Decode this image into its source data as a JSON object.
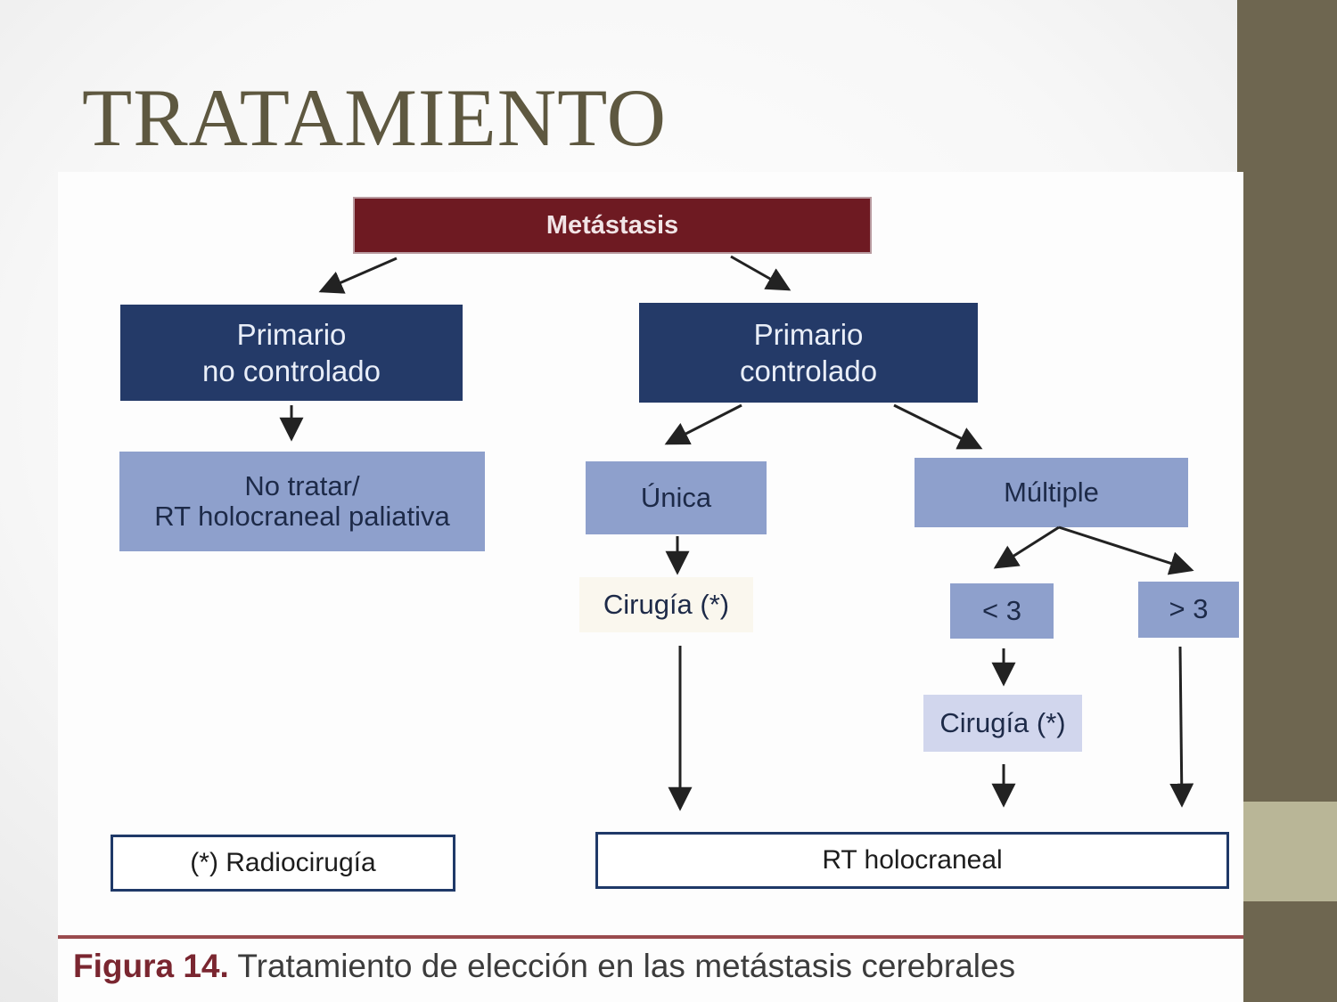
{
  "slide": {
    "title": "TRATAMIENTO",
    "colors": {
      "title": "#5e5840",
      "sidebar": "#6e6650",
      "sidebar_accent": "#b9b697"
    }
  },
  "figure": {
    "nodes": {
      "root": "Metástasis",
      "uncontrolled": "Primario\nno controlado",
      "controlled": "Primario\ncontrolado",
      "no_treat": "No tratar/\nRT holocraneal paliativa",
      "single": "Única",
      "multiple": "Múltiple",
      "surgery_single": "Cirugía (*)",
      "lt3": "< 3",
      "gt3": "> 3",
      "surgery_multi": "Cirugía (*)",
      "radiosurgery_note": "(*) Radiocirugía",
      "wbrt": "RT holocraneal"
    },
    "caption": {
      "label": "Figura 14.",
      "text": "Tratamiento de elección en las metástasis cerebrales"
    },
    "colors": {
      "root": "#6e1a22",
      "primary": "#243a68",
      "secondary": "#8ea0cc",
      "tertiary": "#d1d6ed",
      "rule": "#9a4b4e"
    }
  }
}
